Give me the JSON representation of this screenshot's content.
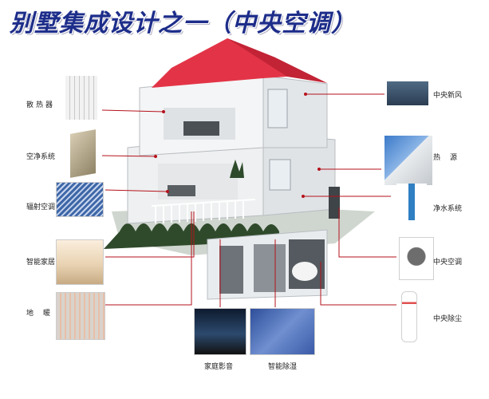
{
  "title": "别墅集成设计之一（中央空调）",
  "left_labels": [
    "散热器",
    "空净系统",
    "辐射空调",
    "智能家居",
    "地暖"
  ],
  "right_labels": [
    "中央新风",
    "热源",
    "净水系统",
    "中央空调",
    "中央除尘"
  ],
  "bottom_labels": [
    "家庭影音",
    "智能除湿"
  ],
  "colors": {
    "title": "#1d2d8a",
    "roof": "#e33447",
    "leader_line": "#b5121b"
  }
}
